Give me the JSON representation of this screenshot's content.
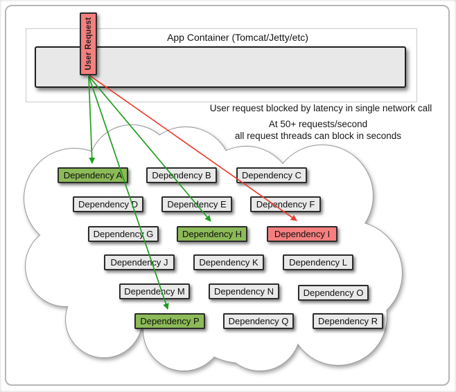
{
  "app_container": {
    "label": "App Container (Tomcat/Jetty/etc)"
  },
  "user_request": {
    "label": "User Request"
  },
  "annotations": {
    "blocked_note": "User request blocked by latency in single network call",
    "rate_note_line1": "At 50+ requests/second",
    "rate_note_line2": "all request threads can block in seconds"
  },
  "dependencies": [
    {
      "label": "Dependency A",
      "status": "called-ok"
    },
    {
      "label": "Dependency B",
      "status": "not-called"
    },
    {
      "label": "Dependency C",
      "status": "not-called"
    },
    {
      "label": "Dependency D",
      "status": "not-called"
    },
    {
      "label": "Dependency E",
      "status": "not-called"
    },
    {
      "label": "Dependency F",
      "status": "not-called"
    },
    {
      "label": "Dependency G",
      "status": "not-called"
    },
    {
      "label": "Dependency H",
      "status": "called-ok"
    },
    {
      "label": "Dependency I",
      "status": "called-blocked"
    },
    {
      "label": "Dependency J",
      "status": "not-called"
    },
    {
      "label": "Dependency K",
      "status": "not-called"
    },
    {
      "label": "Dependency L",
      "status": "not-called"
    },
    {
      "label": "Dependency M",
      "status": "not-called"
    },
    {
      "label": "Dependency N",
      "status": "not-called"
    },
    {
      "label": "Dependency O",
      "status": "not-called"
    },
    {
      "label": "Dependency P",
      "status": "called-ok"
    },
    {
      "label": "Dependency Q",
      "status": "not-called"
    },
    {
      "label": "Dependency R",
      "status": "not-called"
    }
  ],
  "request_flow": {
    "source": "User Request",
    "calls": [
      {
        "target": "Dependency A",
        "result": "success"
      },
      {
        "target": "Dependency H",
        "result": "success"
      },
      {
        "target": "Dependency P",
        "result": "success"
      },
      {
        "target": "Dependency I",
        "result": "blocked-by-latency"
      }
    ]
  },
  "colors": {
    "healthy_call_arrow": "#1f9d1f",
    "blocked_call_arrow": "#e8402e",
    "dependency_called": "#8cba58",
    "dependency_blocked": "#f57f7f",
    "dependency_idle": "#e9e9e9",
    "user_request_box": "#f57f7f"
  }
}
